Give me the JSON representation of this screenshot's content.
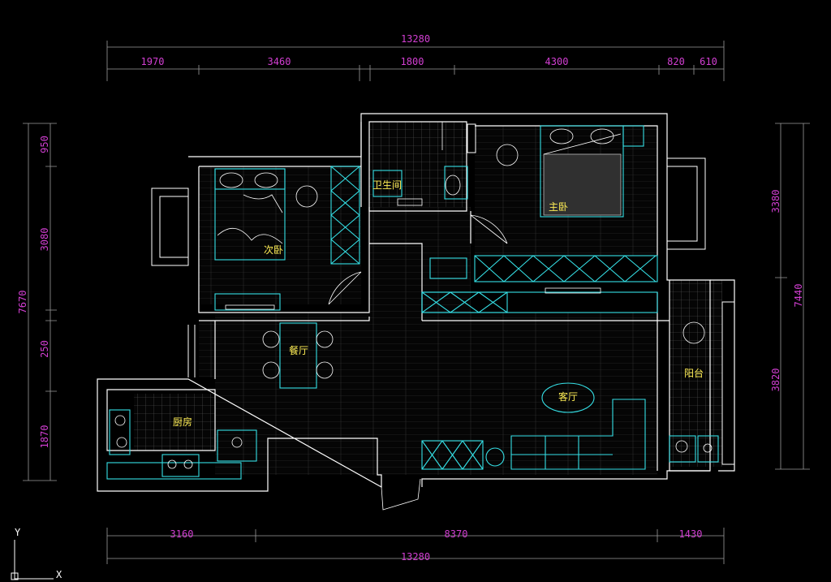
{
  "rooms": {
    "second_bedroom": "次卧",
    "bathroom": "卫生间",
    "master_bedroom": "主卧",
    "dining": "餐厅",
    "kitchen": "厨房",
    "living": "客厅",
    "balcony": "阳台"
  },
  "dims": {
    "top_total": "13280",
    "top_1": "1970",
    "top_2": "3460",
    "top_3": "1800",
    "top_4": "4300",
    "top_5": "820",
    "top_6": "610",
    "bottom_1": "3160",
    "bottom_2": "8370",
    "bottom_3": "1430",
    "bottom_total": "13280",
    "left_1": "950",
    "left_2": "3080",
    "left_3": "250",
    "left_4": "1870",
    "left_total": "7670",
    "right_1": "3380",
    "right_2": "3820",
    "right_total": "7440"
  },
  "ucs": {
    "y": "Y",
    "x": "X"
  },
  "colors": {
    "wall": "#ffffff",
    "furniture": "#35e0e6",
    "dimension": "#d23fd2",
    "room_label": "#ffee55",
    "background": "#000000"
  }
}
